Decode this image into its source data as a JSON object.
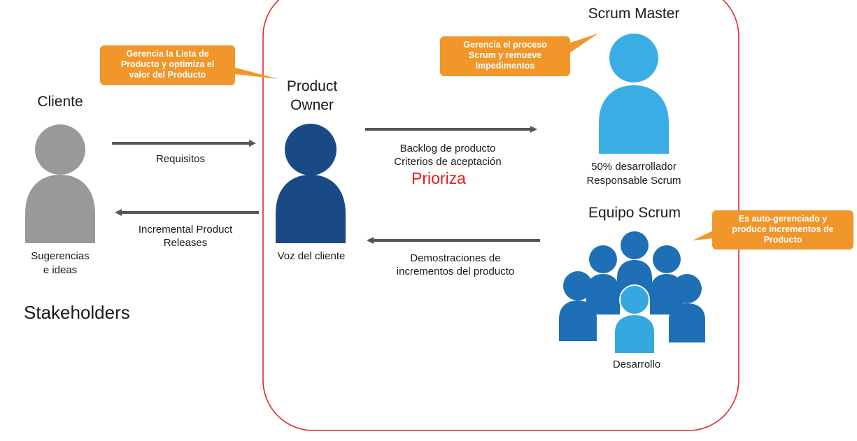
{
  "roles": {
    "cliente": {
      "title": "Cliente",
      "subtitle_line1": "Sugerencias",
      "subtitle_line2": "e ideas"
    },
    "product_owner": {
      "title_line1": "Product",
      "title_line2": "Owner",
      "subtitle": "Voz del cliente"
    },
    "scrum_master": {
      "title": "Scrum Master",
      "subtitle_line1": "50% desarrollador",
      "subtitle_line2": "Responsable Scrum"
    },
    "equipo": {
      "title": "Equipo Scrum",
      "subtitle": "Desarrollo"
    }
  },
  "flows": {
    "requisitos": "Requisitos",
    "releases_line1": "Incremental Product",
    "releases_line2": "Releases",
    "backlog_line1": "Backlog de producto",
    "backlog_line2": "Criterios de aceptación",
    "prioriza": "Prioriza",
    "demos_line1": "Demostraciones de",
    "demos_line2": "incrementos del producto"
  },
  "callouts": {
    "po": [
      "Gerencia la Lista de",
      "Producto y optimiza el",
      "valor del Producto"
    ],
    "sm": [
      "Gerencia el proceso",
      "Scrum y remueve",
      "Impedimentos"
    ],
    "team": [
      "Es auto-gerenciado y",
      "produce incrementos de",
      "Producto"
    ]
  },
  "stakeholders_label": "Stakeholders",
  "colors": {
    "cliente": "#999999",
    "product_owner": "#1a4a86",
    "scrum_master": "#3aaee4",
    "team_dark": "#1e6fb5",
    "team_light": "#35a8df",
    "callout": "#f0962a",
    "arrow": "#555555",
    "border": "#e0262d",
    "prioriza": "#e41b1b"
  }
}
